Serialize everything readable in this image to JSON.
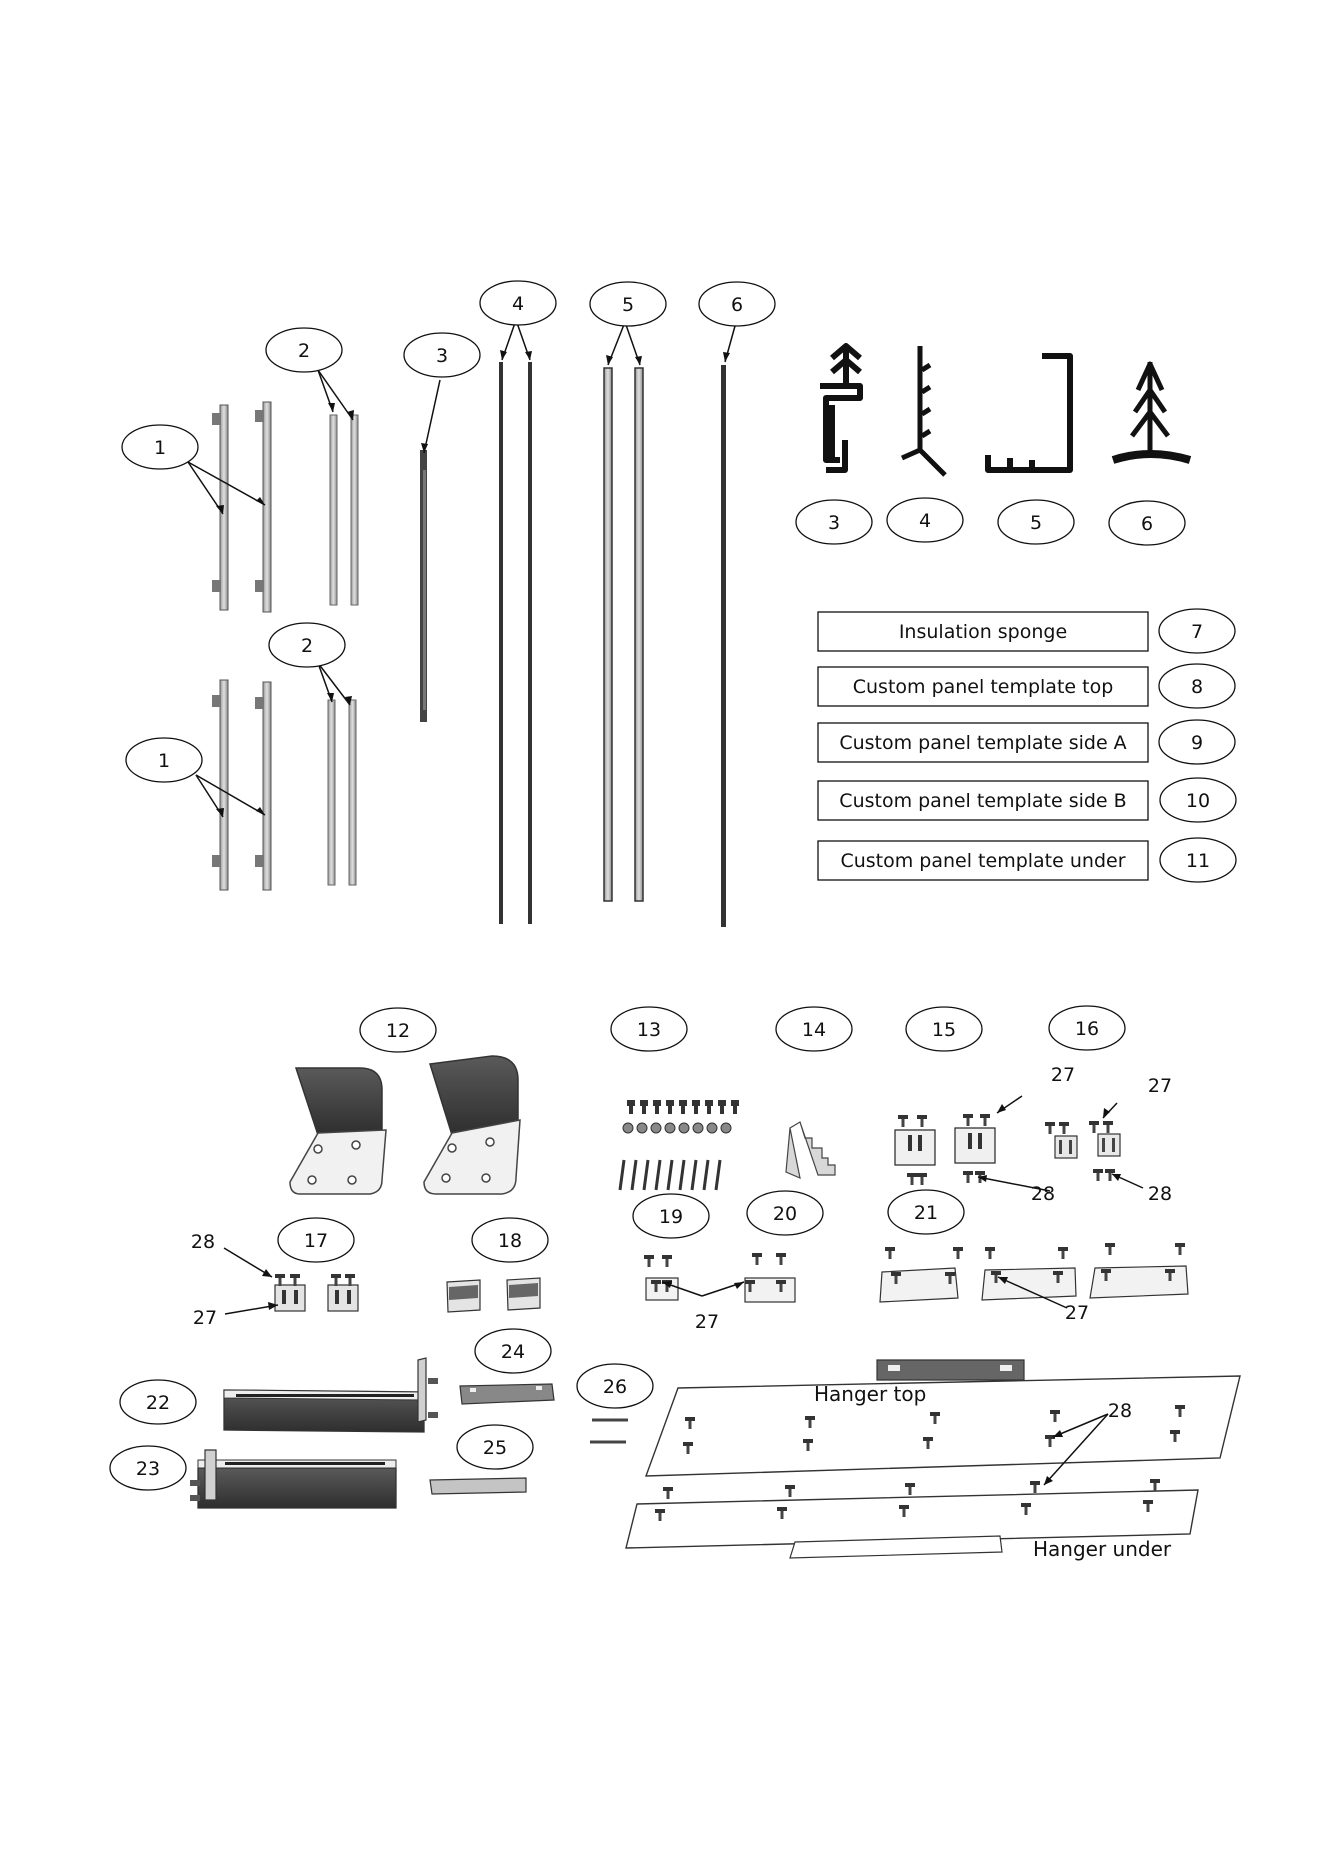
{
  "callouts": {
    "c1a": "1",
    "c1b": "1",
    "c2a": "2",
    "c2b": "2",
    "c3": "3",
    "c4": "4",
    "c5": "5",
    "c6": "6",
    "p3": "3",
    "p4": "4",
    "p5": "5",
    "p6": "6",
    "c7": "7",
    "c8": "8",
    "c9": "9",
    "c10": "10",
    "c11": "11",
    "c12": "12",
    "c13": "13",
    "c14": "14",
    "c15": "15",
    "c16": "16",
    "c17": "17",
    "c18": "18",
    "c19": "19",
    "c20": "20",
    "c21": "21",
    "c22": "22",
    "c23": "23",
    "c24": "24",
    "c25": "25",
    "c26": "26"
  },
  "labels": {
    "t27a": "27",
    "t27b": "27",
    "t27c": "27",
    "t27d": "27",
    "t27e": "27",
    "t28a": "28",
    "t28b": "28",
    "t28c": "28",
    "t28d": "28"
  },
  "templates": [
    {
      "label": "Insulation sponge",
      "number": "7"
    },
    {
      "label": "Custom panel template top",
      "number": "8"
    },
    {
      "label": "Custom panel template side A",
      "number": "9"
    },
    {
      "label": "Custom panel template side B",
      "number": "10"
    },
    {
      "label": "Custom panel template under",
      "number": "11"
    }
  ],
  "hangers": {
    "top": "Hanger top",
    "under": "Hanger under"
  }
}
